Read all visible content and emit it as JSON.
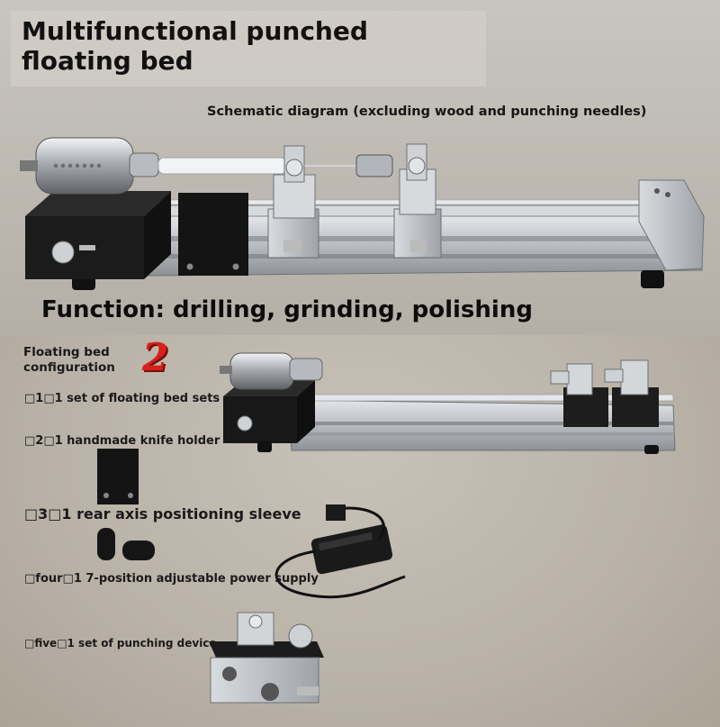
{
  "header": {
    "title": "Multifunctional punched floating bed",
    "subtitle": "Schematic diagram (excluding wood and punching needles)"
  },
  "function_line": "Function: drilling, grinding, polishing",
  "config": {
    "title_line1": "Floating bed",
    "title_line2": "configuration",
    "badge": "2",
    "items": [
      {
        "text": "□1□1 set of floating bed sets"
      },
      {
        "text": "□2□1 handmade knife holder"
      },
      {
        "text": "□3□1 rear axis positioning sleeve"
      },
      {
        "text": "□four□1 7-position adjustable power supply"
      },
      {
        "text": "□five□1 set of punching device"
      }
    ]
  },
  "colors": {
    "accent_red": "#d6201b",
    "aluminum": "#c9ccd0",
    "black_part": "#1b1b1b"
  }
}
